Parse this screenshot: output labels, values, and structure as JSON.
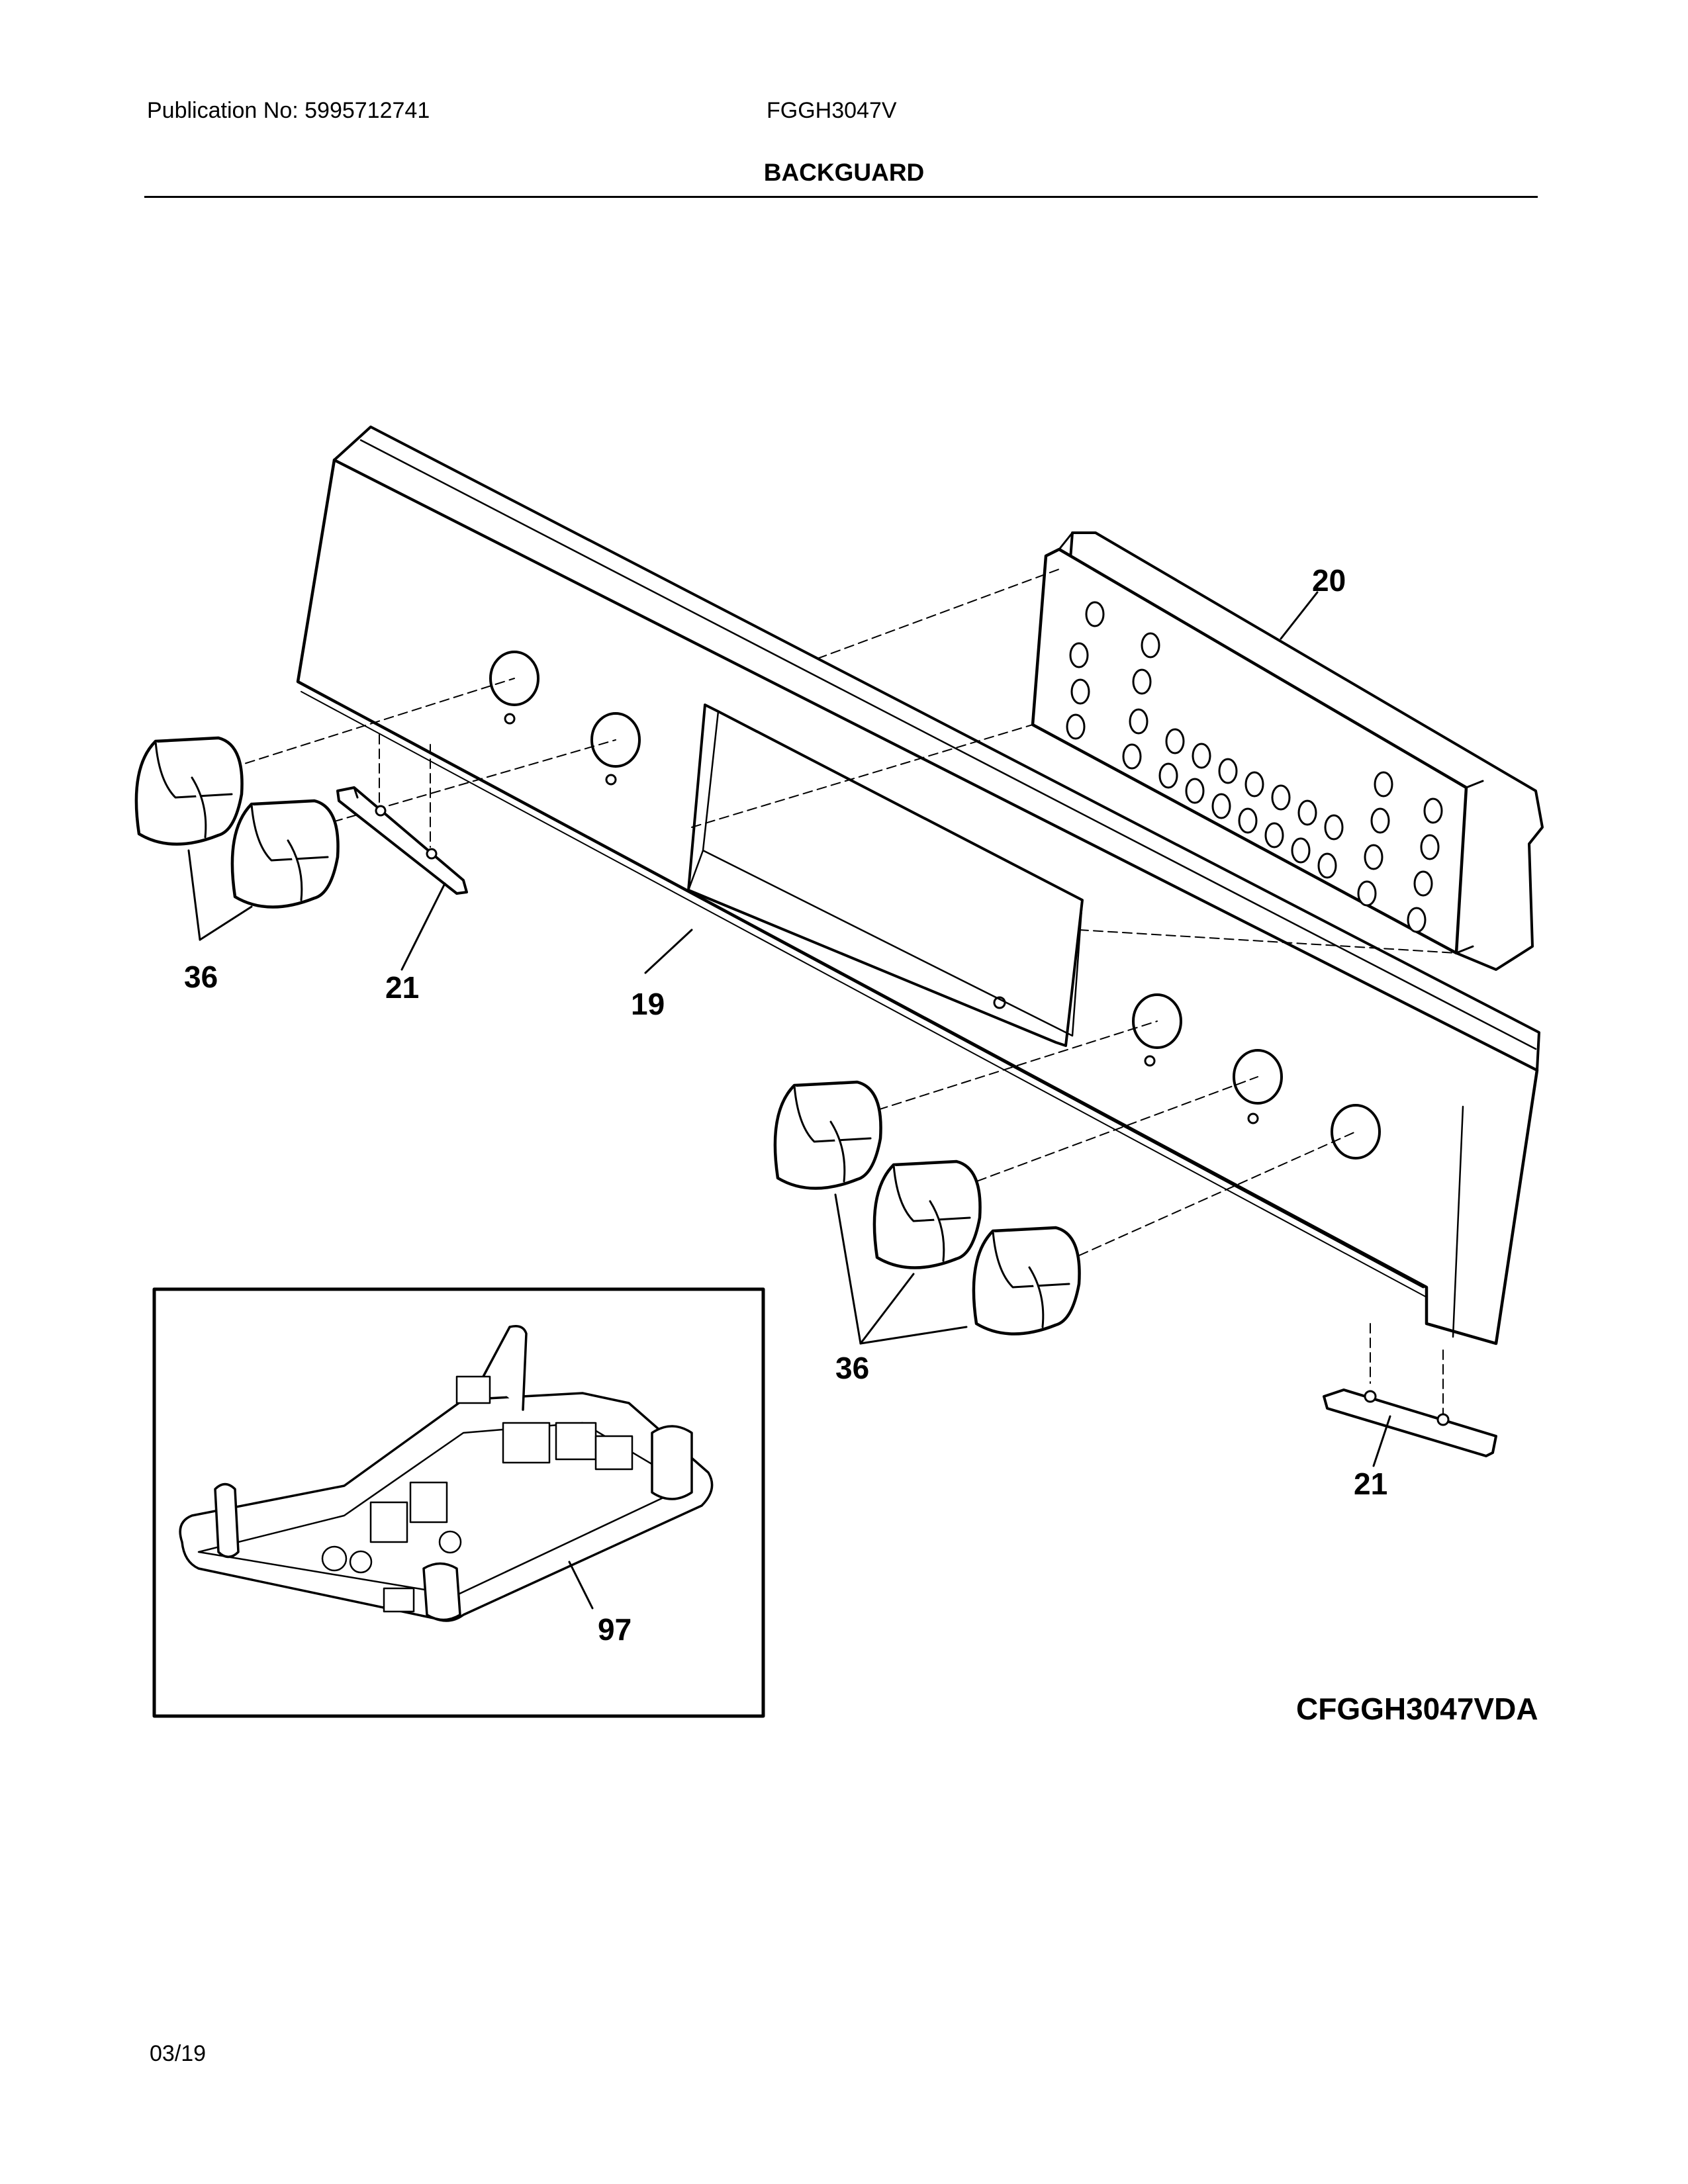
{
  "header": {
    "publication": "Publication No: 5995712741",
    "model": "FGGH3047V",
    "section_title": "BACKGUARD"
  },
  "callouts": {
    "panel": "19",
    "control_board": "20",
    "bracket_left": "21",
    "bracket_right": "21",
    "knobs_left": "36",
    "knobs_right": "36",
    "relay_board": "97"
  },
  "diagram_code": "CFGGH3047VDA",
  "footer": {
    "date": "03/19"
  }
}
